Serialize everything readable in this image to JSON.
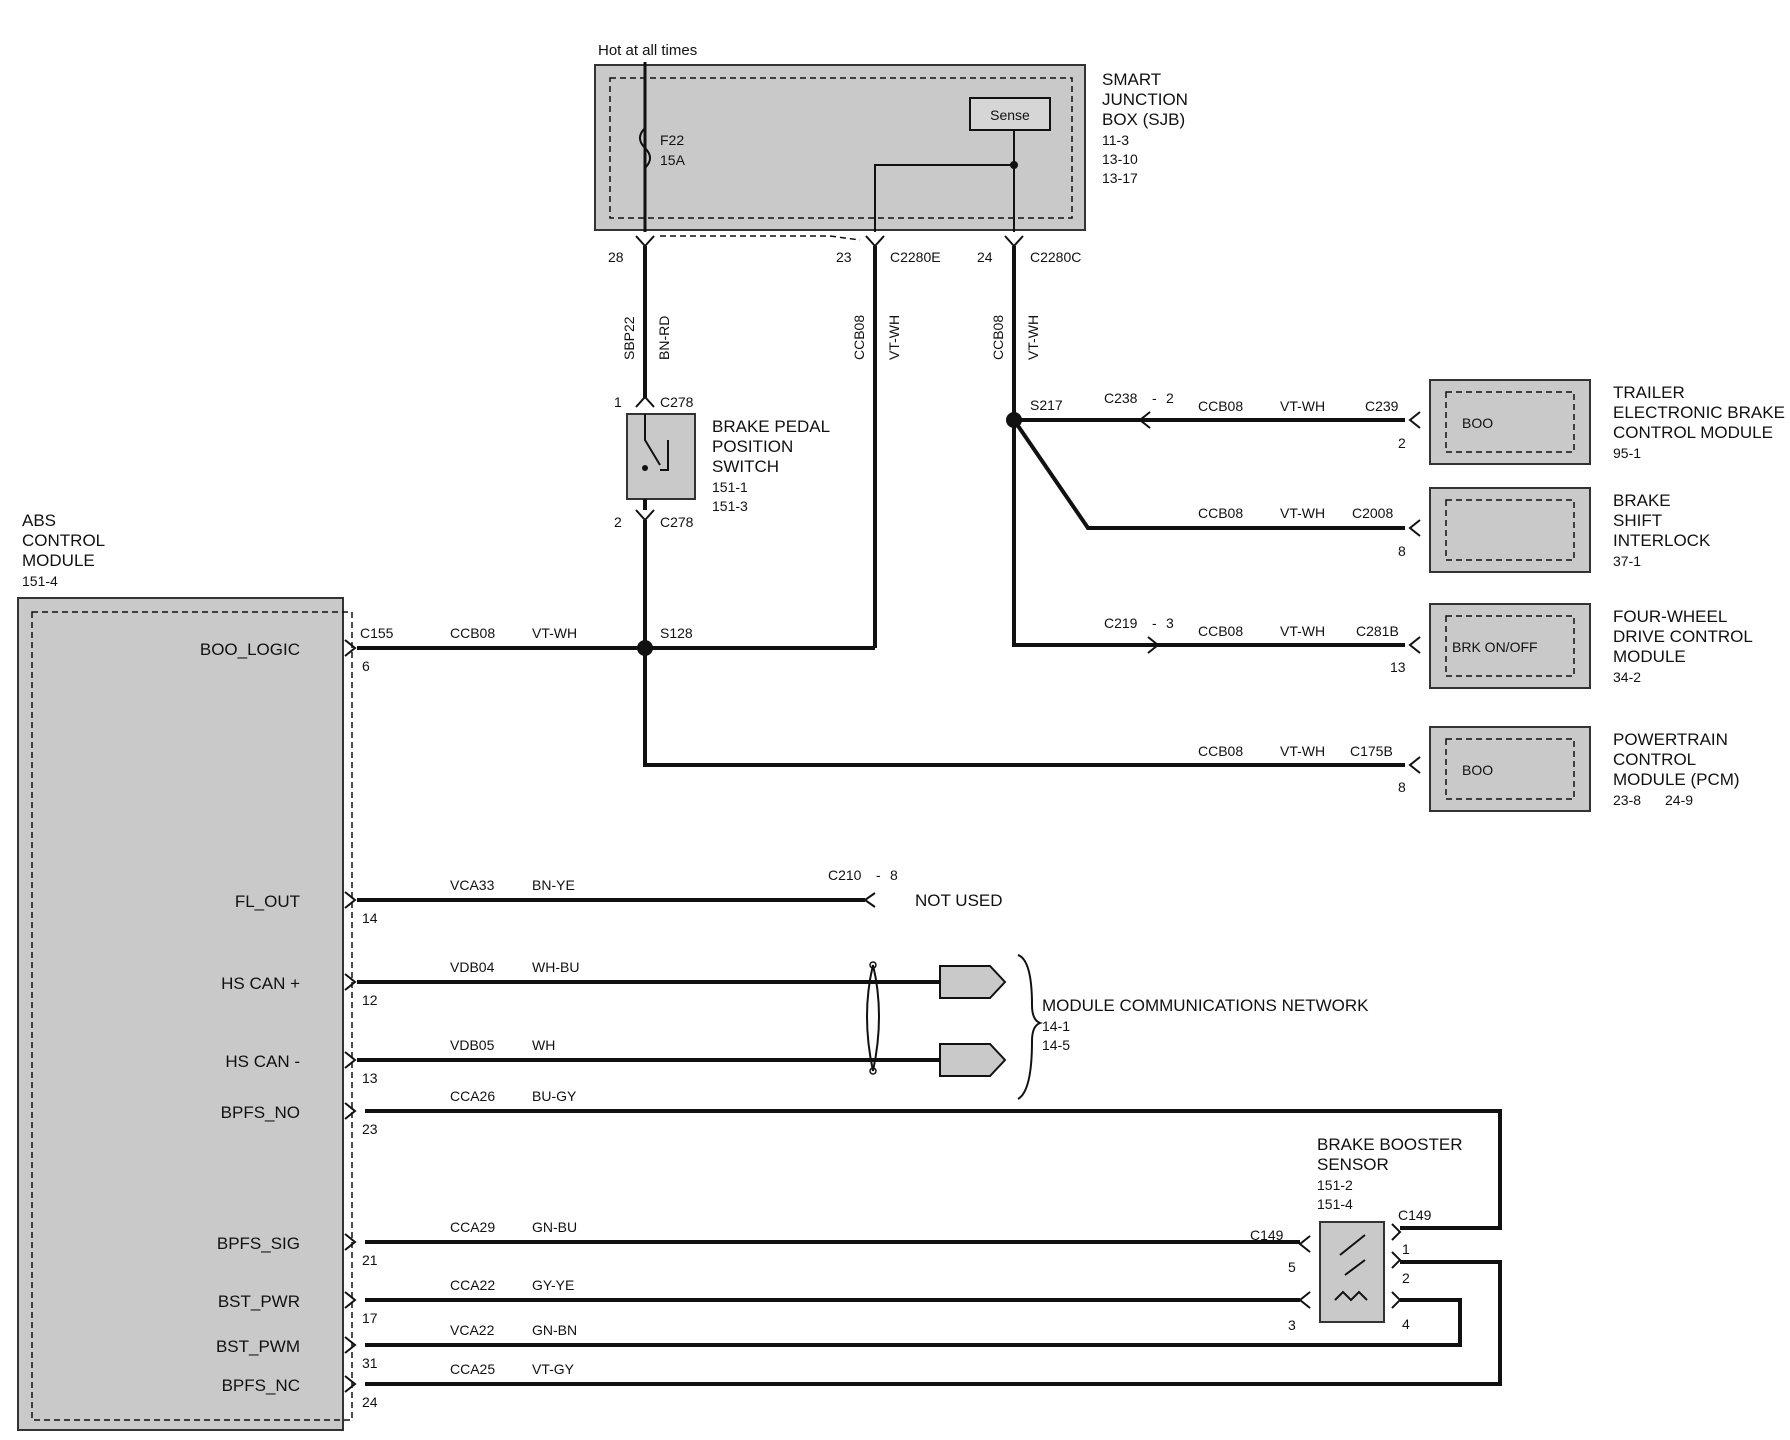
{
  "power": {
    "label": "Hot at all times"
  },
  "sjb": {
    "name_lines": [
      "SMART",
      "JUNCTION",
      "BOX (SJB)"
    ],
    "refs": [
      "11-3",
      "13-10",
      "13-17"
    ],
    "fuse": {
      "id": "F22",
      "rating": "15A"
    },
    "sense_label": "Sense",
    "pins": [
      {
        "pin": "28",
        "connector": ""
      },
      {
        "pin": "23",
        "connector": "C2280E"
      },
      {
        "pin": "24",
        "connector": "C2280C"
      }
    ]
  },
  "wires_top": [
    {
      "circuit": "SBP22",
      "color": "BN-RD"
    },
    {
      "circuit": "CCB08",
      "color": "VT-WH"
    },
    {
      "circuit": "CCB08",
      "color": "VT-WH"
    }
  ],
  "brake_switch": {
    "name_lines": [
      "BRAKE PEDAL",
      "POSITION",
      "SWITCH"
    ],
    "refs": [
      "151-1",
      "151-3"
    ],
    "pin1": "1",
    "pin2": "2",
    "connector": "C278"
  },
  "splices": {
    "s128": "S128",
    "s217": "S217"
  },
  "right_modules": [
    {
      "name_lines": [
        "TRAILER",
        "ELECTRONIC BRAKE",
        "CONTROL MODULE"
      ],
      "refs": [
        "95-1"
      ],
      "inner": "BOO",
      "inline": "C238",
      "inline_pin": "2",
      "circuit": "CCB08",
      "color": "VT-WH",
      "connector": "C239",
      "pin": "2"
    },
    {
      "name_lines": [
        "BRAKE",
        "SHIFT",
        "INTERLOCK"
      ],
      "refs": [
        "37-1"
      ],
      "inner": "",
      "inline": "",
      "inline_pin": "",
      "circuit": "CCB08",
      "color": "VT-WH",
      "connector": "C2008",
      "pin": "8"
    },
    {
      "name_lines": [
        "FOUR-WHEEL",
        "DRIVE CONTROL",
        "MODULE"
      ],
      "refs": [
        "34-2"
      ],
      "inner": "BRK ON/OFF",
      "inline": "C219",
      "inline_pin": "3",
      "circuit": "CCB08",
      "color": "VT-WH",
      "connector": "C281B",
      "pin": "13"
    },
    {
      "name_lines": [
        "POWERTRAIN",
        "CONTROL",
        "MODULE (PCM)"
      ],
      "refs": [
        "23-8",
        "24-9"
      ],
      "inner": "BOO",
      "inline": "",
      "inline_pin": "",
      "circuit": "CCB08",
      "color": "VT-WH",
      "connector": "C175B",
      "pin": "8"
    }
  ],
  "abs": {
    "name_lines": [
      "ABS",
      "CONTROL",
      "MODULE"
    ],
    "refs": [
      "151-4"
    ],
    "connector": "C155",
    "signals": [
      {
        "label": "BOO_LOGIC",
        "pin": "6",
        "circuit": "CCB08",
        "color": "VT-WH"
      },
      {
        "label": "FL_OUT",
        "pin": "14",
        "circuit": "VCA33",
        "color": "BN-YE"
      },
      {
        "label": "HS CAN +",
        "pin": "12",
        "circuit": "VDB04",
        "color": "WH-BU"
      },
      {
        "label": "HS CAN -",
        "pin": "13",
        "circuit": "VDB05",
        "color": "WH"
      },
      {
        "label": "BPFS_NO",
        "pin": "23",
        "circuit": "CCA26",
        "color": "BU-GY"
      },
      {
        "label": "BPFS_SIG",
        "pin": "21",
        "circuit": "CCA29",
        "color": "GN-BU"
      },
      {
        "label": "BST_PWR",
        "pin": "17",
        "circuit": "CCA22",
        "color": "GY-YE"
      },
      {
        "label": "BST_PWM",
        "pin": "31",
        "circuit": "VCA22",
        "color": "GN-BN"
      },
      {
        "label": "BPFS_NC",
        "pin": "24",
        "circuit": "CCA25",
        "color": "VT-GY"
      }
    ]
  },
  "fl_out_end": {
    "connector": "C210",
    "pin": "8",
    "note": "NOT USED"
  },
  "network": {
    "name": "MODULE COMMUNICATIONS NETWORK",
    "refs": [
      "14-1",
      "14-5"
    ]
  },
  "booster": {
    "name_lines": [
      "BRAKE  BOOSTER",
      "SENSOR"
    ],
    "refs": [
      "151-2",
      "151-4"
    ],
    "connector": "C149",
    "pins_left": [
      "5",
      "3"
    ],
    "pins_right": [
      "1",
      "2",
      "4"
    ]
  }
}
